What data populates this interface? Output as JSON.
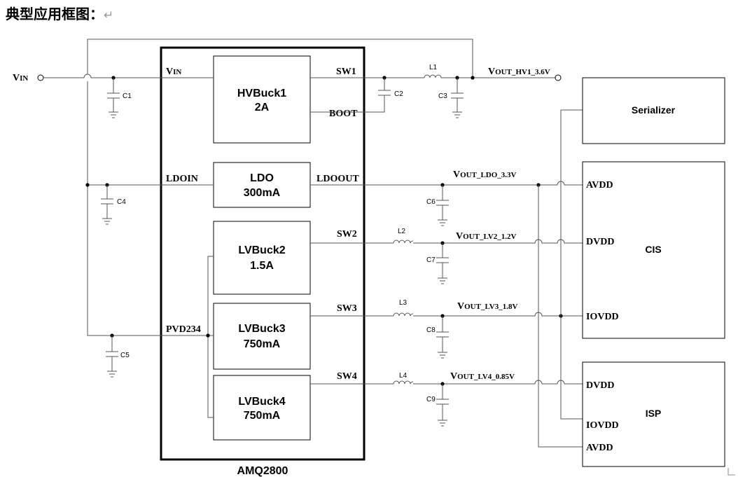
{
  "title": "典型应用框图：",
  "return_mark": "↵",
  "chip": {
    "name": "AMQ2800"
  },
  "input": {
    "label_main": "V",
    "label_sub": "IN"
  },
  "blocks": {
    "hvbuck1": {
      "name": "HVBuck1",
      "current": "2A"
    },
    "ldo": {
      "name": "LDO",
      "current": "300mA"
    },
    "lvbuck2": {
      "name": "LVBuck2",
      "current": "1.5A"
    },
    "lvbuck3": {
      "name": "LVBuck3",
      "current": "750mA"
    },
    "lvbuck4": {
      "name": "LVBuck4",
      "current": "750mA"
    }
  },
  "pins": {
    "vin_main": "V",
    "vin_sub": "IN",
    "sw1": "SW1",
    "boot": "BOOT",
    "ldoin": "LDOIN",
    "ldoout": "LDOOUT",
    "sw2": "SW2",
    "sw3": "SW3",
    "sw4": "SW4",
    "pvd234": "PVD234"
  },
  "components": {
    "c1": "C1",
    "c2": "C2",
    "c3": "C3",
    "c4": "C4",
    "c5": "C5",
    "c6": "C6",
    "c7": "C7",
    "c8": "C8",
    "c9": "C9",
    "l1": "L1",
    "l2": "L2",
    "l3": "L3",
    "l4": "L4"
  },
  "rails": {
    "hv1": {
      "main": "V",
      "sub": "OUT_HV1_3.6V"
    },
    "ldo": {
      "main": "V",
      "sub": "OUT_LDO_3.3V"
    },
    "lv2": {
      "main": "V",
      "sub": "OUT_LV2_1.2V"
    },
    "lv3": {
      "main": "V",
      "sub": "OUT_LV3_1.8V"
    },
    "lv4": {
      "main": "V",
      "sub": "OUT_LV4_0.85V"
    }
  },
  "loads": {
    "serializer": {
      "name": "Serializer"
    },
    "cis": {
      "name": "CIS",
      "pins": [
        "AVDD",
        "DVDD",
        "IOVDD"
      ]
    },
    "isp": {
      "name": "ISP",
      "pins": [
        "DVDD",
        "IOVDD",
        "AVDD"
      ]
    }
  }
}
